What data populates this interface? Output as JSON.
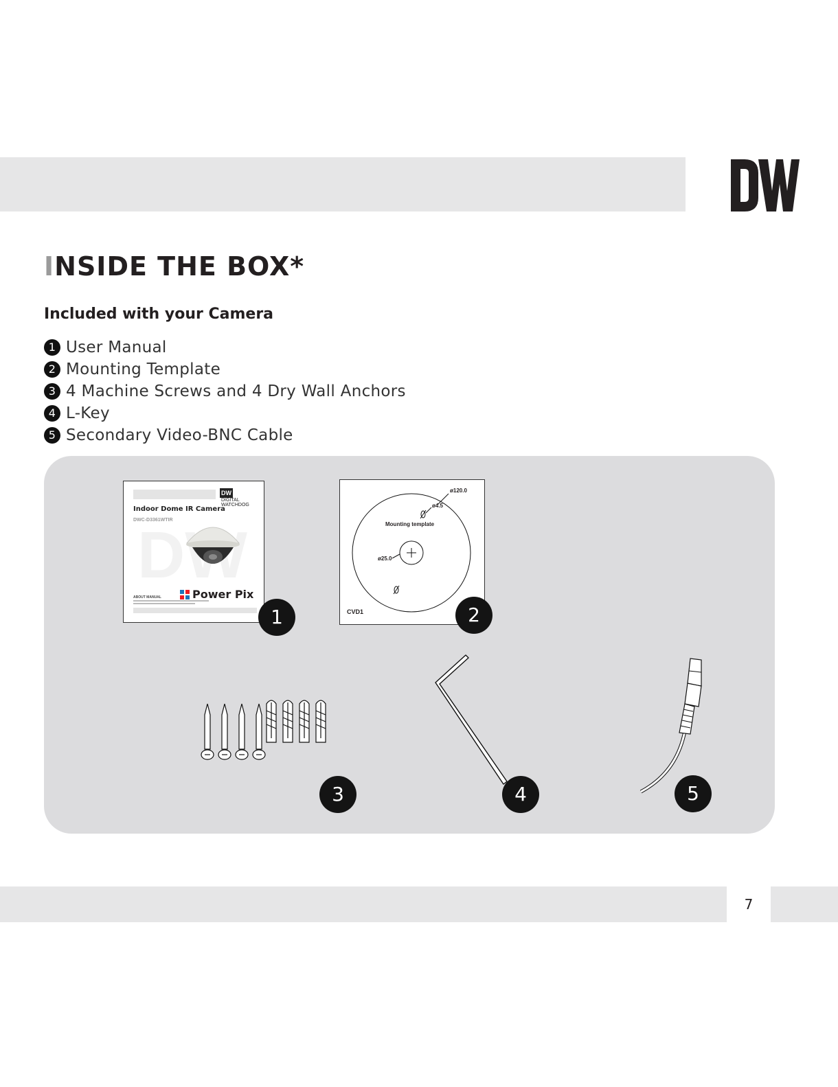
{
  "header": {
    "logo_text": "DW"
  },
  "page": {
    "title_first_letter": "I",
    "title_rest": "NSIDE THE BOX*",
    "subtitle": "Included with your Camera",
    "number": "7"
  },
  "items": [
    {
      "num": "1",
      "label": "User Manual"
    },
    {
      "num": "2",
      "label": "Mounting Template"
    },
    {
      "num": "3",
      "label": "4 Machine Screws and 4 Dry Wall Anchors"
    },
    {
      "num": "4",
      "label": "L-Key"
    },
    {
      "num": "5",
      "label": "Secondary Video-BNC Cable"
    }
  ],
  "manual_cover": {
    "brand_line1": "DIGITAL",
    "brand_line2": "WATCHDOG",
    "title": "Indoor Dome IR Camera",
    "model": "DWC-D3361WTIR",
    "product_brand": "Power Pix",
    "about_heading": "ABOUT MANUAL"
  },
  "mounting_template": {
    "title": "Mounting template",
    "outer_diameter": "ø120.0",
    "screw_hole": "ø4.5",
    "center_hole": "ø25.0",
    "code": "CVD1"
  },
  "colors": {
    "band_gray": "#e6e6e7",
    "panel_gray": "#dcdcde",
    "badge": "#141414",
    "title_accent": "#9b9b9b"
  }
}
